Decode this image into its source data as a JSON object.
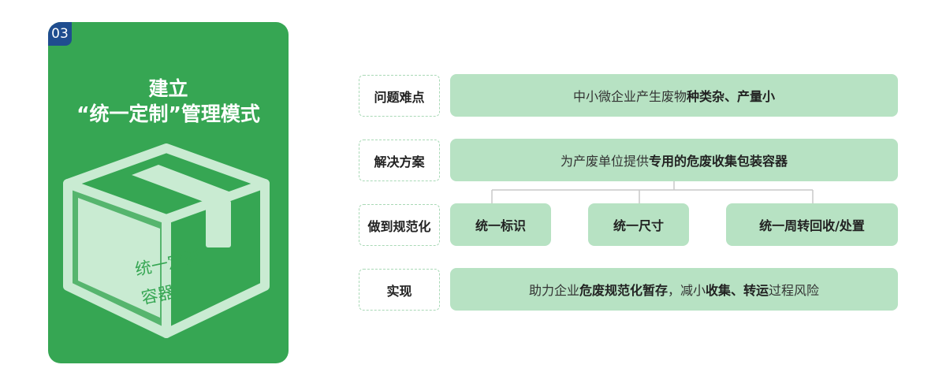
{
  "card": {
    "number": "03",
    "title_line1": "建立",
    "title_line2": "“统一定制”管理模式",
    "box_text_line1": "统一定制",
    "box_text_line2": "容器"
  },
  "rows": [
    {
      "label": "问题难点",
      "parts": [
        {
          "text": "中小微企业产生废物",
          "bold": false
        },
        {
          "text": "种类杂、产量小",
          "bold": true
        }
      ]
    },
    {
      "label": "解决方案",
      "parts": [
        {
          "text": "为产废单位提供",
          "bold": false
        },
        {
          "text": "专用的危废收集包装容器",
          "bold": true
        }
      ]
    },
    {
      "label": "做到规范化",
      "items": [
        "统一标识",
        "统一尺寸",
        "统一周转回收/处置"
      ]
    },
    {
      "label": "实现",
      "parts": [
        {
          "text": "助力企业",
          "bold": false
        },
        {
          "text": "危废规范化暂存",
          "bold": true
        },
        {
          "text": "，减小",
          "bold": false
        },
        {
          "text": "收集、转运",
          "bold": true
        },
        {
          "text": "过程风险",
          "bold": false
        }
      ]
    }
  ],
  "colors": {
    "card_green": "#36a653",
    "badge_blue": "#1f4d8f",
    "bar_green": "#b7e2c3",
    "box_icon": "#c9ebd2"
  }
}
